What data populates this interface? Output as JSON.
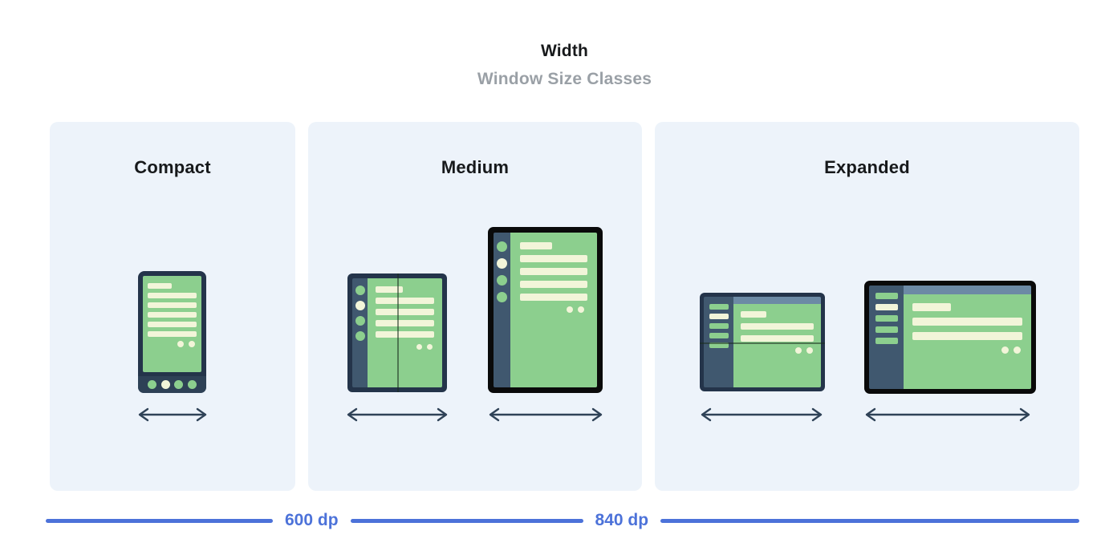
{
  "header": {
    "title": "Width",
    "subtitle": "Window Size Classes"
  },
  "panels": [
    {
      "label": "Compact",
      "devices": [
        "phone-portrait"
      ]
    },
    {
      "label": "Medium",
      "devices": [
        "foldable-portrait",
        "tablet-portrait"
      ]
    },
    {
      "label": "Expanded",
      "devices": [
        "foldable-landscape",
        "tablet-landscape"
      ]
    }
  ],
  "axis": {
    "breakpoint_labels": [
      "600 dp",
      "840 dp"
    ]
  },
  "colors": {
    "page_bg": "#ffffff",
    "panel_bg": "#edf3fa",
    "title_color": "#17191b",
    "subtitle_color": "#9aa0a6",
    "device_green": "#8ccf8e",
    "content_cream": "#f2f5d9",
    "frame_navy": "#24344a",
    "frame_black": "#0a0a0a",
    "rail_slate": "#40586f",
    "appbar_blue": "#6c8aa5",
    "phone_nav": "#2e4156",
    "arrow_navy": "#2f4257",
    "axis_blue": "#4c72d9"
  }
}
